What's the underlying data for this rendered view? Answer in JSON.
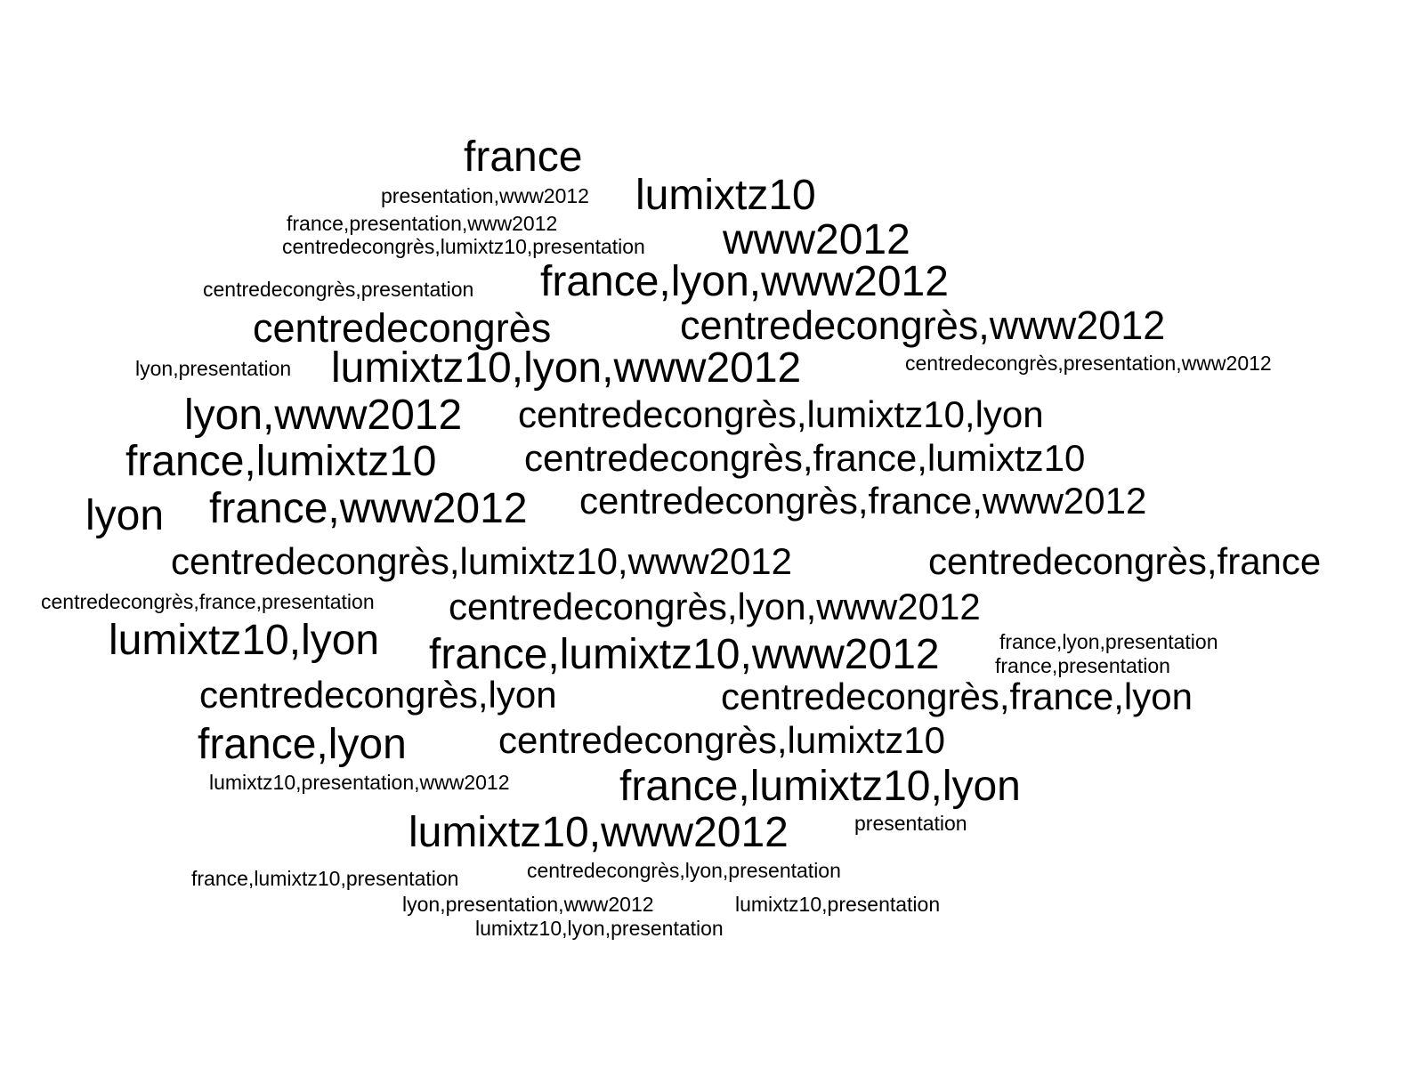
{
  "text_color": "#000000",
  "background_color": "#ffffff",
  "words": [
    "france",
    "presentation,www2012",
    "lumixtz10",
    "france,presentation,www2012",
    "centredecongrès,lumixtz10,presentation",
    "www2012",
    "centredecongrès,presentation",
    "france,lyon,www2012",
    "centredecongrès",
    "centredecongrès,www2012",
    "lyon,presentation",
    "lumixtz10,lyon,www2012",
    "centredecongrès,presentation,www2012",
    "lyon,www2012",
    "centredecongrès,lumixtz10,lyon",
    "france,lumixtz10",
    "centredecongrès,france,lumixtz10",
    "lyon",
    "france,www2012",
    "centredecongrès,france,www2012",
    "centredecongrès,lumixtz10,www2012",
    "centredecongrès,france",
    "centredecongrès,france,presentation",
    "centredecongrès,lyon,www2012",
    "lumixtz10,lyon",
    "france,lumixtz10,www2012",
    "france,lyon,presentation",
    "france,presentation",
    "centredecongrès,lyon",
    "centredecongrès,france,lyon",
    "france,lyon",
    "centredecongrès,lumixtz10",
    "lumixtz10,presentation,www2012",
    "france,lumixtz10,lyon",
    "lumixtz10,www2012",
    "presentation",
    "france,lumixtz10,presentation",
    "centredecongrès,lyon,presentation",
    "lyon,presentation,www2012",
    "lumixtz10,presentation",
    "lumixtz10,lyon,presentation"
  ]
}
